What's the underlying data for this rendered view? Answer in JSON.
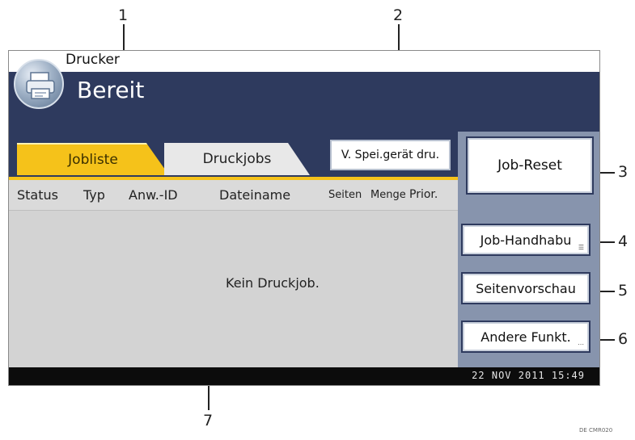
{
  "header": {
    "app_title": "Drucker",
    "status": "Bereit",
    "app_icon": "printer-icon"
  },
  "tabs": [
    {
      "label": "Jobliste",
      "selected": true
    },
    {
      "label": "Druckjobs",
      "selected": false
    }
  ],
  "toolbar": {
    "print_from_storage_label": "V. Spei.gerät dru."
  },
  "table": {
    "columns": [
      "Status",
      "Typ",
      "Anw.-ID",
      "Dateiname",
      "Seiten",
      "Menge",
      "Prior."
    ],
    "empty_message": "Kein Druckjob."
  },
  "side_buttons": {
    "job_reset": "Job-Reset",
    "job_handling": "Job-Handhabu",
    "page_preview": "Seitenvorschau",
    "other_functions": "Andere Funkt."
  },
  "footer": {
    "datetime": "22 NOV  2011 15:49"
  },
  "callouts": [
    "1",
    "2",
    "3",
    "4",
    "5",
    "6",
    "7"
  ],
  "image_code": "DE CMR020",
  "colors": {
    "header_bg": "#2e3a5e",
    "active_tab": "#f5c21a",
    "side_panel": "#8794ad",
    "footer_bg": "#0c0c0c"
  }
}
